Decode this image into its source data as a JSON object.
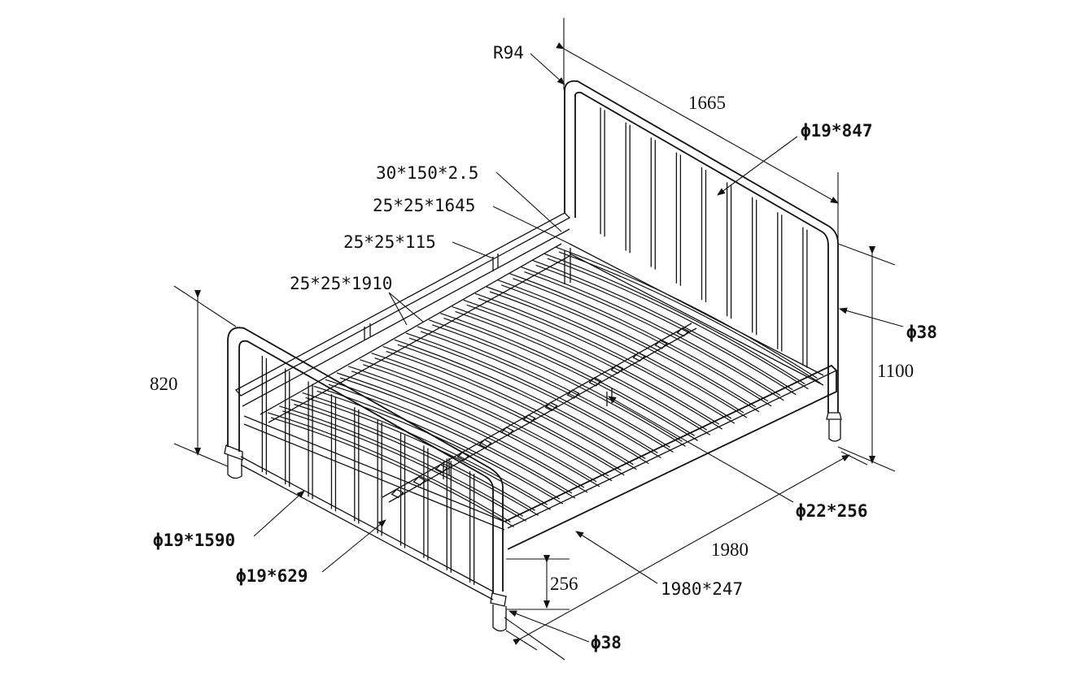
{
  "diagram": {
    "radius_label": "R94",
    "headboard_width_label": "1665",
    "headboard_bar_label": "ϕ19*847",
    "slat_label": "30*150*2.5",
    "rail_label_1645": "25*25*1645",
    "rail_label_115": "25*25*115",
    "rail_label_1910": "25*25*1910",
    "footboard_height_label": "820",
    "head_post_label": "ϕ38",
    "headboard_height_label": "1100",
    "center_leg_label": "ϕ22*256",
    "length_label": "1980",
    "side_panel_label": "1980*247",
    "clearance_label": "256",
    "foot_post_label": "ϕ38",
    "footboard_rail_label": "ϕ19*1590",
    "footboard_bar_label": "ϕ19*629"
  }
}
